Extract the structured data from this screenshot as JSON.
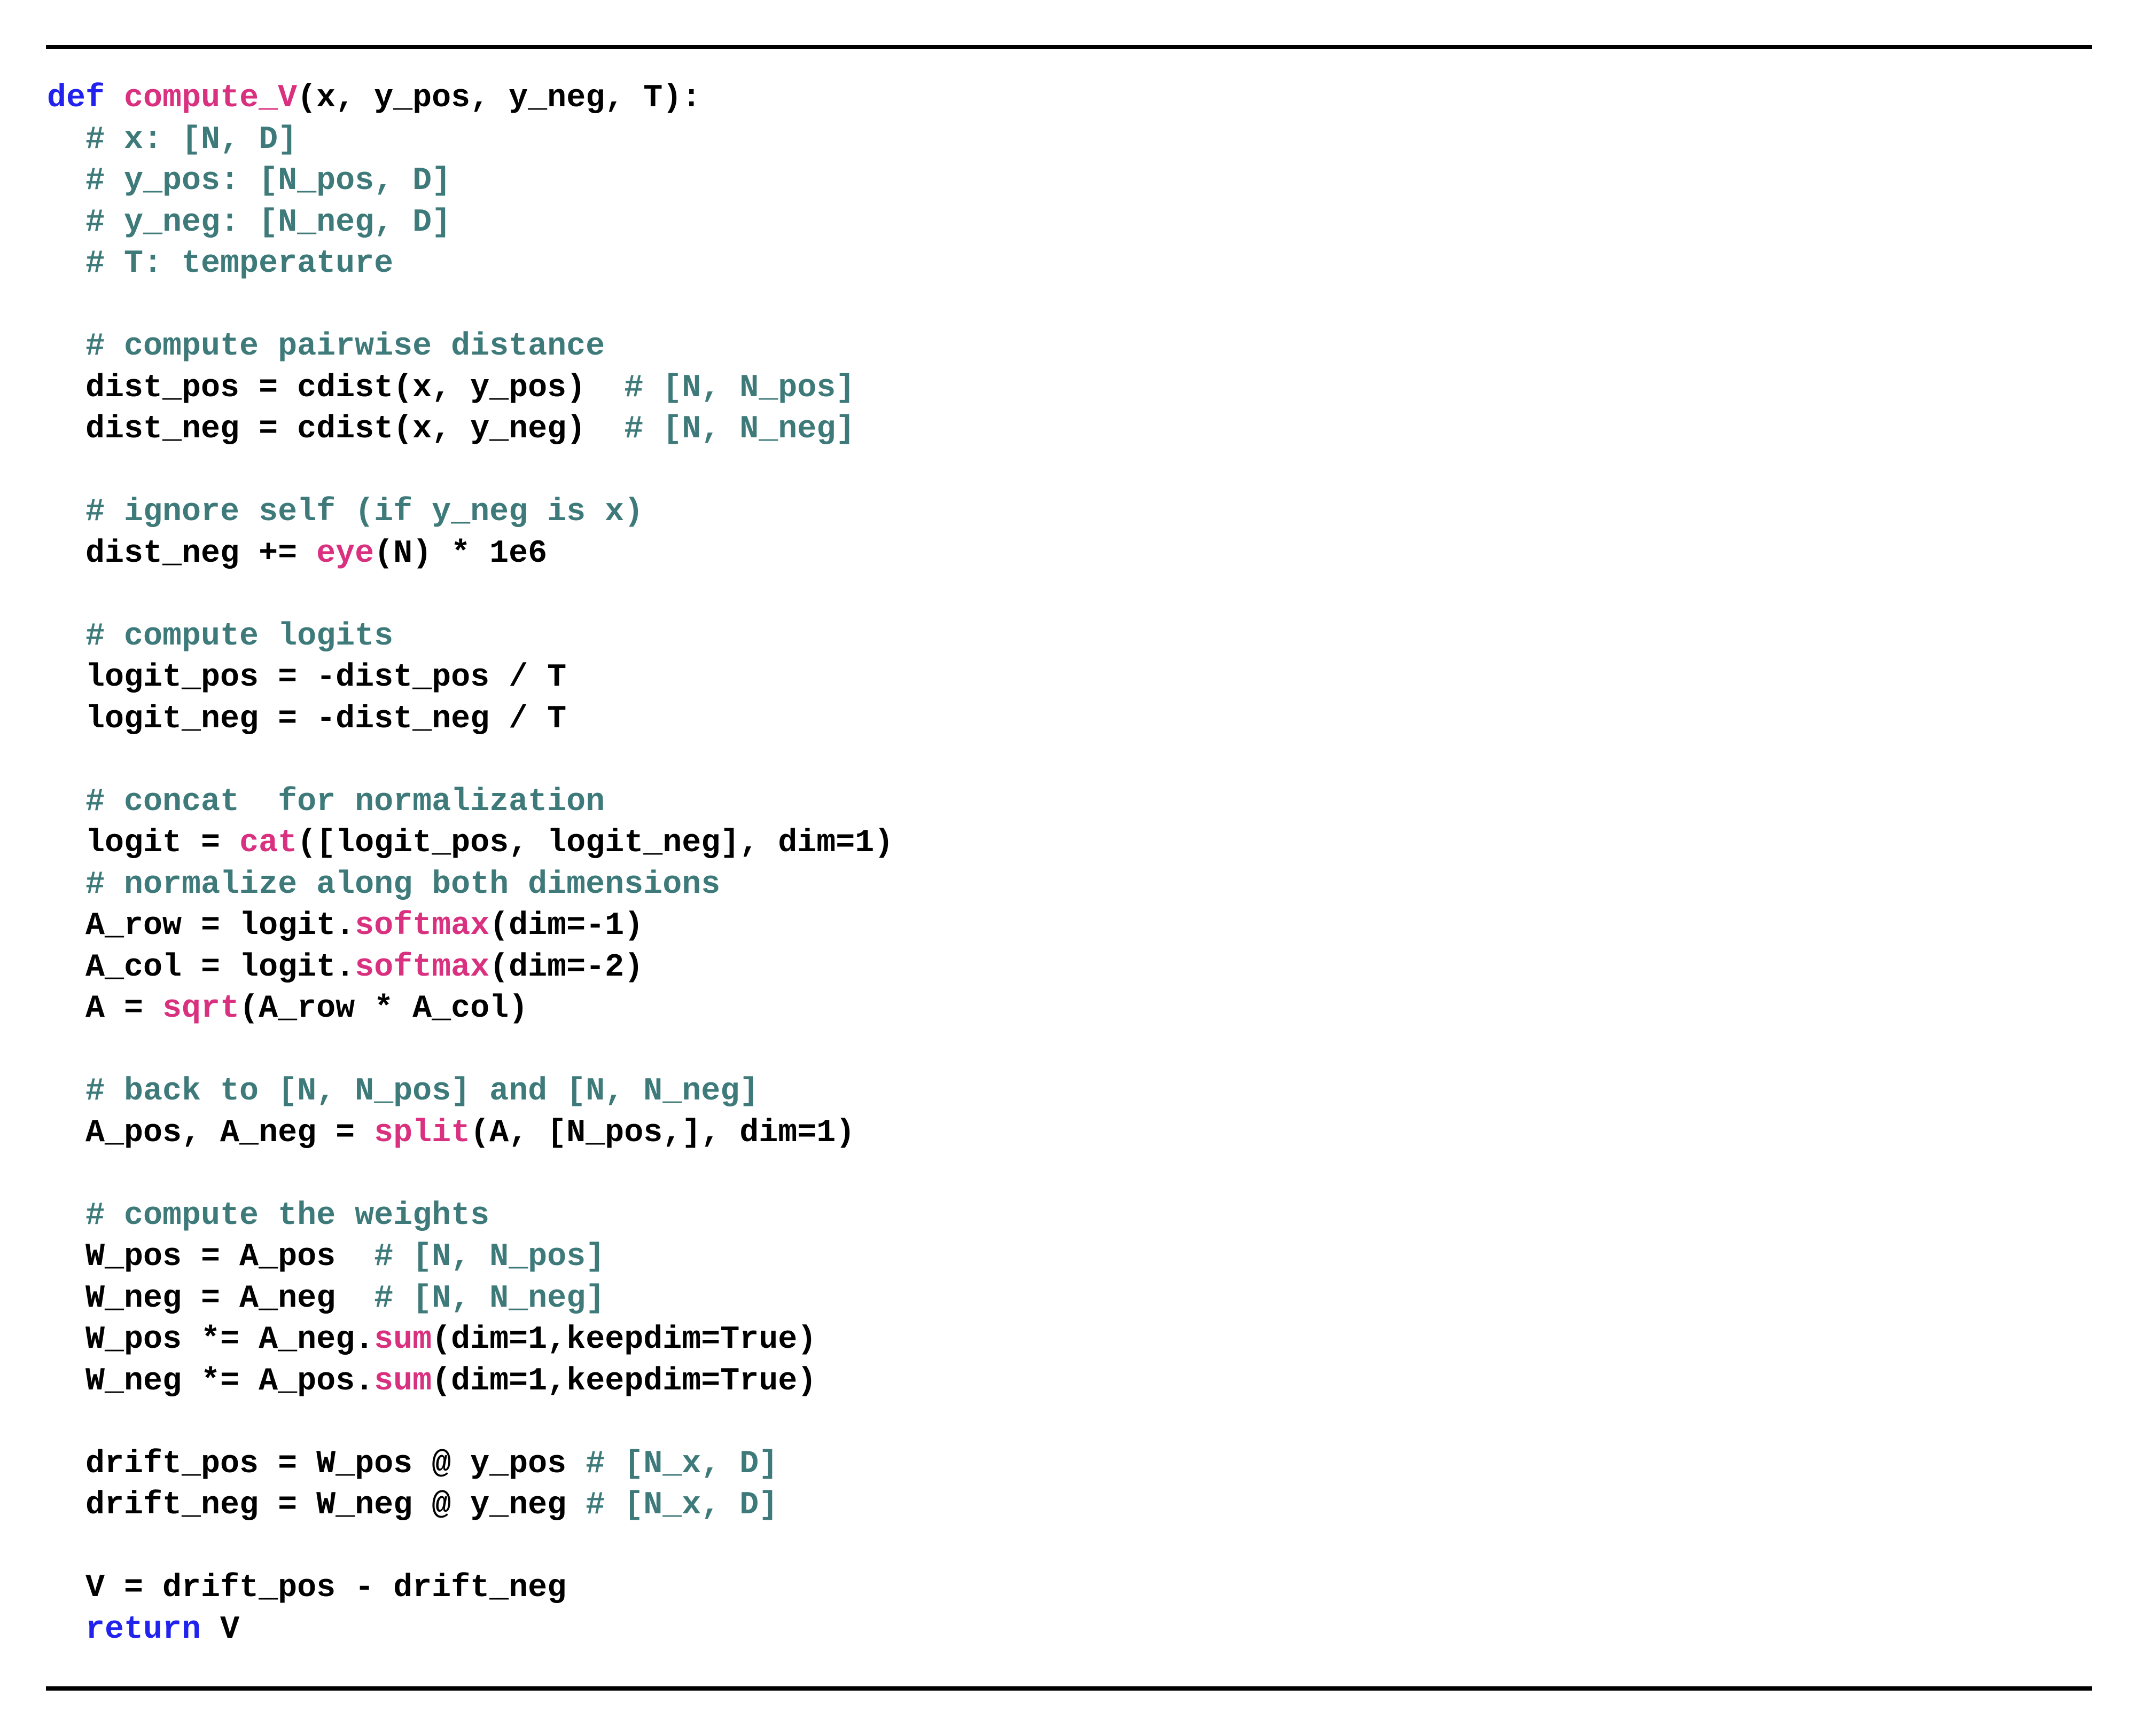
{
  "page": {
    "background": "#ffffff",
    "rule_color": "#000000"
  },
  "colors": {
    "keyword": "#2222ee",
    "function": "#d9307f",
    "comment": "#3e7a7a",
    "plain": "#000000"
  },
  "listing": {
    "language": "python",
    "function_name": "compute_V",
    "lines": [
      {
        "segments": [
          [
            "def",
            "keyword"
          ],
          [
            " ",
            "plain"
          ],
          [
            "compute_V",
            "function"
          ],
          [
            "(x, y_pos, y_neg, T):",
            "plain"
          ]
        ]
      },
      {
        "segments": [
          [
            "  # x: [N, D]",
            "comment"
          ]
        ]
      },
      {
        "segments": [
          [
            "  # y_pos: [N_pos, D]",
            "comment"
          ]
        ]
      },
      {
        "segments": [
          [
            "  # y_neg: [N_neg, D]",
            "comment"
          ]
        ]
      },
      {
        "segments": [
          [
            "  # T: temperature",
            "comment"
          ]
        ]
      },
      {
        "segments": []
      },
      {
        "segments": [
          [
            "  # compute pairwise distance",
            "comment"
          ]
        ]
      },
      {
        "segments": [
          [
            "  dist_pos = cdist(x, y_pos)  ",
            "plain"
          ],
          [
            "# [N, N_pos]",
            "comment"
          ]
        ]
      },
      {
        "segments": [
          [
            "  dist_neg = cdist(x, y_neg)  ",
            "plain"
          ],
          [
            "# [N, N_neg]",
            "comment"
          ]
        ]
      },
      {
        "segments": []
      },
      {
        "segments": [
          [
            "  # ignore self (if y_neg is x)",
            "comment"
          ]
        ]
      },
      {
        "segments": [
          [
            "  dist_neg += ",
            "plain"
          ],
          [
            "eye",
            "function"
          ],
          [
            "(N) * 1e6",
            "plain"
          ]
        ]
      },
      {
        "segments": []
      },
      {
        "segments": [
          [
            "  # compute logits",
            "comment"
          ]
        ]
      },
      {
        "segments": [
          [
            "  logit_pos = -dist_pos / T",
            "plain"
          ]
        ]
      },
      {
        "segments": [
          [
            "  logit_neg = -dist_neg / T",
            "plain"
          ]
        ]
      },
      {
        "segments": []
      },
      {
        "segments": [
          [
            "  # concat  for normalization",
            "comment"
          ]
        ]
      },
      {
        "segments": [
          [
            "  logit = ",
            "plain"
          ],
          [
            "cat",
            "function"
          ],
          [
            "([logit_pos, logit_neg], dim=1)",
            "plain"
          ]
        ]
      },
      {
        "segments": [
          [
            "  # normalize along both dimensions",
            "comment"
          ]
        ]
      },
      {
        "segments": [
          [
            "  A_row = logit.",
            "plain"
          ],
          [
            "softmax",
            "function"
          ],
          [
            "(dim=-1)",
            "plain"
          ]
        ]
      },
      {
        "segments": [
          [
            "  A_col = logit.",
            "plain"
          ],
          [
            "softmax",
            "function"
          ],
          [
            "(dim=-2)",
            "plain"
          ]
        ]
      },
      {
        "segments": [
          [
            "  A = ",
            "plain"
          ],
          [
            "sqrt",
            "function"
          ],
          [
            "(A_row * A_col)",
            "plain"
          ]
        ]
      },
      {
        "segments": []
      },
      {
        "segments": [
          [
            "  # back to [N, N_pos] and [N, N_neg]",
            "comment"
          ]
        ]
      },
      {
        "segments": [
          [
            "  A_pos, A_neg = ",
            "plain"
          ],
          [
            "split",
            "function"
          ],
          [
            "(A, [N_pos,], dim=1)",
            "plain"
          ]
        ]
      },
      {
        "segments": []
      },
      {
        "segments": [
          [
            "  # compute the weights",
            "comment"
          ]
        ]
      },
      {
        "segments": [
          [
            "  W_pos = A_pos  ",
            "plain"
          ],
          [
            "# [N, N_pos]",
            "comment"
          ]
        ]
      },
      {
        "segments": [
          [
            "  W_neg = A_neg  ",
            "plain"
          ],
          [
            "# [N, N_neg]",
            "comment"
          ]
        ]
      },
      {
        "segments": [
          [
            "  W_pos *= A_neg.",
            "plain"
          ],
          [
            "sum",
            "function"
          ],
          [
            "(dim=1,keepdim=True)",
            "plain"
          ]
        ]
      },
      {
        "segments": [
          [
            "  W_neg *= A_pos.",
            "plain"
          ],
          [
            "sum",
            "function"
          ],
          [
            "(dim=1,keepdim=True)",
            "plain"
          ]
        ]
      },
      {
        "segments": []
      },
      {
        "segments": [
          [
            "  drift_pos = W_pos @ y_pos ",
            "plain"
          ],
          [
            "# [N_x, D]",
            "comment"
          ]
        ]
      },
      {
        "segments": [
          [
            "  drift_neg = W_neg @ y_neg ",
            "plain"
          ],
          [
            "# [N_x, D]",
            "comment"
          ]
        ]
      },
      {
        "segments": []
      },
      {
        "segments": [
          [
            "  V = drift_pos - drift_neg",
            "plain"
          ]
        ]
      },
      {
        "segments": [
          [
            "  ",
            "plain"
          ],
          [
            "return",
            "keyword"
          ],
          [
            " V",
            "plain"
          ]
        ]
      }
    ]
  }
}
